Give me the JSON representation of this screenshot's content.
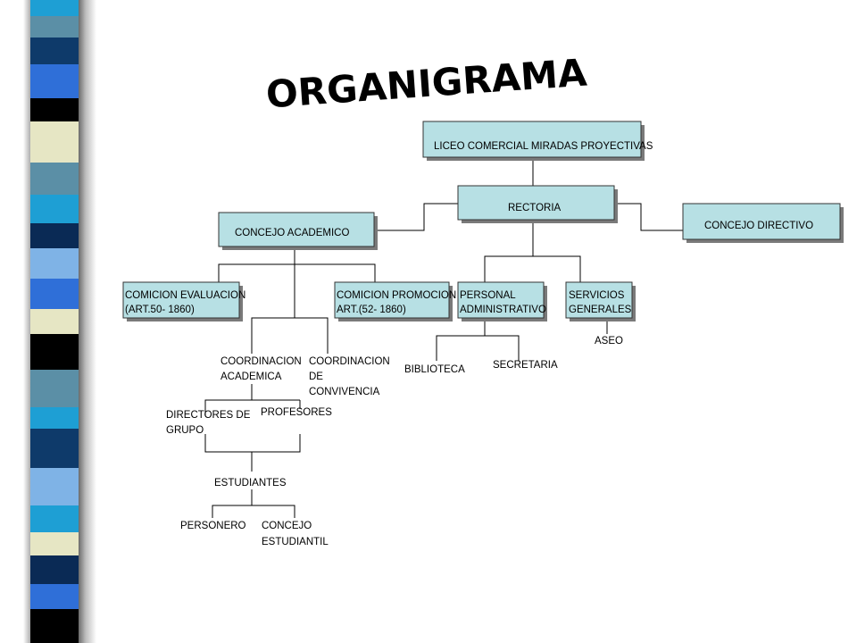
{
  "title": "ORGANIGRAMA",
  "nodes": {
    "liceo": "LICEO COMERCIAL MIRADAS PROYECTIVAS",
    "rectoria": "RECTORIA",
    "concejo_academico": "CONCEJO ACADEMICO",
    "concejo_directivo": "CONCEJO DIRECTIVO",
    "comicion_evaluacion": [
      "COMICION EVALUACION",
      "(ART.50- 1860)"
    ],
    "comicion_promocion": [
      "COMICION PROMOCION",
      "ART.(52- 1860)"
    ],
    "personal_administrativo": [
      "PERSONAL",
      "ADMINISTRATIVO"
    ],
    "servicios_generales": [
      "SERVICIOS",
      "GENERALES"
    ]
  },
  "labels": {
    "aseo": "ASEO",
    "biblioteca": "BIBLIOTECA",
    "secretaria": "SECRETARIA",
    "coordinacion_academica": [
      "COORDINACION",
      "ACADEMICA"
    ],
    "coordinacion_convivencia": [
      "COORDINACION",
      "DE",
      "CONVIVENCIA"
    ],
    "directores_de_grupo": [
      "DIRECTORES DE",
      "GRUPO"
    ],
    "profesores": "PROFESORES",
    "estudiantes": "ESTUDIANTES",
    "personero": "PERSONERO",
    "concejo_estudiantil": [
      "CONCEJO",
      "ESTUDIANTIL"
    ]
  },
  "colors": {
    "box_fill": "#b7e0e4",
    "stripes": [
      "#1e9fd4",
      "#5b8fa6",
      "#000000",
      "#0e3a6a",
      "#e6e6c4",
      "#2f6fd8",
      "#7fb3e6",
      "#0a2a55"
    ]
  }
}
